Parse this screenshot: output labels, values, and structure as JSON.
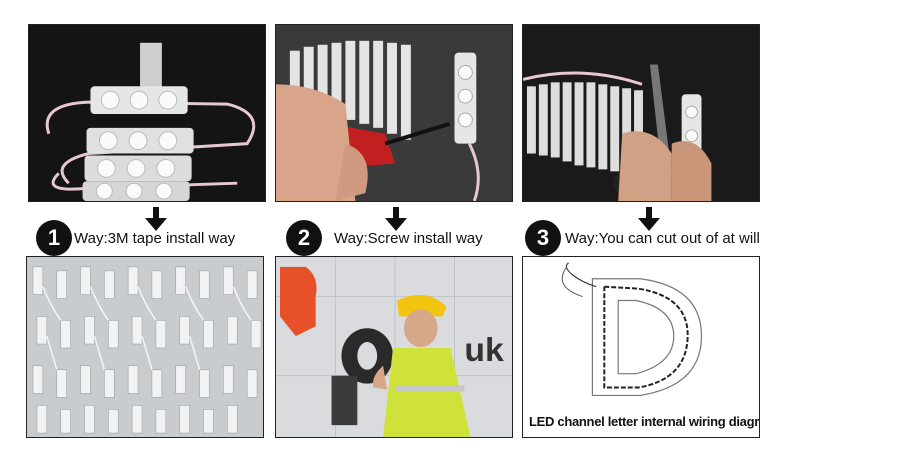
{
  "steps": [
    {
      "number": "1",
      "caption": "Way:3M tape install way"
    },
    {
      "number": "2",
      "caption": "Way:Screw install way"
    },
    {
      "number": "3",
      "caption": "Way:You can cut out of at will"
    }
  ],
  "diagram": {
    "caption": "LED channel letter internal wiring diagram"
  },
  "icons": {
    "arrow": "down-arrow-icon"
  }
}
